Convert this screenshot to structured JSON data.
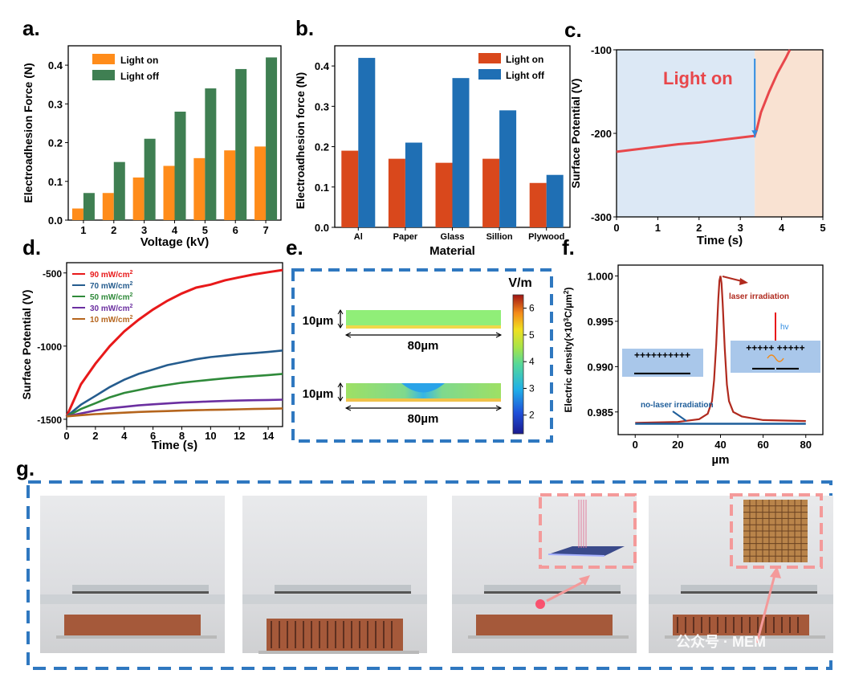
{
  "panels": {
    "a": {
      "letter": "a."
    },
    "b": {
      "letter": "b."
    },
    "c": {
      "letter": "c."
    },
    "d": {
      "letter": "d."
    },
    "e": {
      "letter": "e."
    },
    "f": {
      "letter": "f."
    },
    "g": {
      "letter": "g."
    }
  },
  "colors": {
    "light_on": "#ff8c1a",
    "light_off": "#3f7f52",
    "b_on": "#d9481c",
    "b_off": "#1f6fb4",
    "c_line": "#e8474b",
    "c_arrow": "#2f8be0",
    "c_bg_before": "#dce8f5",
    "c_bg_after": "#f9e2d2",
    "f_line": "#b02a1e",
    "f_base": "#1f5e9a",
    "dash_frame": "#2f78c0"
  },
  "chart_data": [
    {
      "id": "a",
      "type": "bar",
      "categories": [
        "1",
        "2",
        "3",
        "4",
        "5",
        "6",
        "7"
      ],
      "series": [
        {
          "name": "Light on",
          "values": [
            0.03,
            0.07,
            0.11,
            0.14,
            0.16,
            0.18,
            0.19
          ]
        },
        {
          "name": "Light off",
          "values": [
            0.07,
            0.15,
            0.21,
            0.28,
            0.34,
            0.39,
            0.42
          ]
        }
      ],
      "xlabel": "Voltage (kV)",
      "ylabel": "Electroadhesion Force (N)",
      "ylim": [
        0,
        0.45
      ],
      "yticks": [
        "0.0",
        "0.1",
        "0.2",
        "0.3",
        "0.4"
      ],
      "legend": "top-left"
    },
    {
      "id": "b",
      "type": "bar",
      "categories": [
        "Al",
        "Paper",
        "Glass",
        "Sillion",
        "Plywood"
      ],
      "series": [
        {
          "name": "Light on",
          "values": [
            0.19,
            0.17,
            0.16,
            0.17,
            0.11
          ]
        },
        {
          "name": "Light off",
          "values": [
            0.42,
            0.21,
            0.37,
            0.29,
            0.13
          ]
        }
      ],
      "xlabel": "Material",
      "ylabel": "Electroadhesion force (N)",
      "ylim": [
        0,
        0.45
      ],
      "yticks": [
        "0.0",
        "0.1",
        "0.2",
        "0.3",
        "0.4"
      ],
      "legend": "top-right"
    },
    {
      "id": "c",
      "type": "line",
      "x": [
        0,
        0.5,
        1,
        1.5,
        2,
        2.5,
        3,
        3.35,
        3.4,
        3.5,
        3.7,
        3.9,
        4.1,
        4.2
      ],
      "y": [
        -222,
        -219,
        -216,
        -213,
        -211,
        -208,
        -205,
        -203,
        -195,
        -175,
        -150,
        -128,
        -110,
        -100
      ],
      "xlabel": "Time (s)",
      "ylabel": "Surface Potential (V)",
      "xlim": [
        0,
        5
      ],
      "ylim": [
        -300,
        -100
      ],
      "xticks": [
        "0",
        "1",
        "2",
        "3",
        "4",
        "5"
      ],
      "yticks": [
        "-300",
        "-200",
        "-100"
      ],
      "switch_time": 3.35,
      "annotation": "Light on"
    },
    {
      "id": "d",
      "type": "line",
      "xlabel": "Time (s)",
      "ylabel": "Surface Potential (V)",
      "xlim": [
        0,
        15
      ],
      "ylim": [
        -1550,
        -430
      ],
      "xticks": [
        "0",
        "2",
        "4",
        "6",
        "8",
        "10",
        "12",
        "14"
      ],
      "yticks": [
        "-1500",
        "-1000",
        "-500"
      ],
      "x": [
        0,
        1,
        2,
        3,
        4,
        5,
        6,
        7,
        8,
        9,
        10,
        11,
        12,
        13,
        14,
        15
      ],
      "series": [
        {
          "name": "90 mW/cm",
          "sup": "2",
          "color": "#e8191a",
          "values": [
            -1480,
            -1260,
            -1120,
            -1000,
            -900,
            -820,
            -750,
            -690,
            -640,
            -600,
            -580,
            -550,
            -530,
            -510,
            -495,
            -480
          ]
        },
        {
          "name": "70 mW/cm",
          "sup": "2",
          "color": "#255c8e",
          "values": [
            -1480,
            -1400,
            -1340,
            -1280,
            -1230,
            -1190,
            -1160,
            -1130,
            -1110,
            -1090,
            -1075,
            -1065,
            -1055,
            -1048,
            -1040,
            -1030
          ]
        },
        {
          "name": "50 mW/cm",
          "sup": "2",
          "color": "#2f8a3a",
          "values": [
            -1480,
            -1430,
            -1390,
            -1350,
            -1320,
            -1300,
            -1280,
            -1265,
            -1250,
            -1240,
            -1230,
            -1220,
            -1212,
            -1205,
            -1198,
            -1190
          ]
        },
        {
          "name": "30 mW/cm",
          "sup": "2",
          "color": "#6b2fa0",
          "values": [
            -1480,
            -1460,
            -1440,
            -1425,
            -1415,
            -1405,
            -1398,
            -1392,
            -1386,
            -1382,
            -1378,
            -1375,
            -1372,
            -1370,
            -1368,
            -1366
          ]
        },
        {
          "name": "10 mW/cm",
          "sup": "2",
          "color": "#b5651d",
          "values": [
            -1480,
            -1472,
            -1465,
            -1460,
            -1455,
            -1450,
            -1447,
            -1444,
            -1441,
            -1438,
            -1436,
            -1434,
            -1432,
            -1430,
            -1428,
            -1426
          ]
        }
      ],
      "legend": "top-left"
    },
    {
      "id": "e",
      "type": "heatmap",
      "unit": "V/m",
      "colorbar_ticks": [
        "2",
        "3",
        "4",
        "5",
        "6"
      ],
      "colorbar_range": [
        1.3,
        6.5
      ],
      "dim_thickness": "10µm",
      "dim_width": "80µm"
    },
    {
      "id": "f",
      "type": "line",
      "xlabel": "µm",
      "ylabel": "Electric density(×10",
      "ylabel_sup": "3",
      "ylabel_tail": "C/µm",
      "ylabel_tail_sup": "2",
      "ylabel_end": ")",
      "xlim": [
        -8,
        88
      ],
      "ylim": [
        0.9825,
        1.0012
      ],
      "xticks": [
        "0",
        "20",
        "40",
        "60",
        "80"
      ],
      "yticks": [
        "0.985",
        "0.990",
        "0.995",
        "1.000"
      ],
      "series": [
        {
          "name": "laser irradiation",
          "x": [
            0,
            20,
            30,
            34,
            36,
            37,
            38,
            39,
            39.5,
            40,
            40.5,
            41,
            42,
            43,
            44,
            46,
            50,
            60,
            80
          ],
          "values": [
            0.9838,
            0.9839,
            0.9842,
            0.9848,
            0.9862,
            0.9885,
            0.9925,
            0.9975,
            0.9995,
            1.0,
            0.9992,
            0.997,
            0.992,
            0.988,
            0.9862,
            0.985,
            0.9845,
            0.9841,
            0.984
          ]
        },
        {
          "name": "no-laser irradiation",
          "x": [
            0,
            80
          ],
          "values": [
            0.9837,
            0.9837
          ]
        }
      ],
      "inset_label": "hv",
      "inset_left_top": "++++++++++",
      "inset_left_bottom": "▬▬▬▬▬▬▬▬▬▬",
      "inset_right_top": "+++++   +++++",
      "inset_right_bottom": "▬▬▬▬   ▬▬▬▬"
    }
  ],
  "photos": {
    "watermark": "公众号 · MEM"
  }
}
